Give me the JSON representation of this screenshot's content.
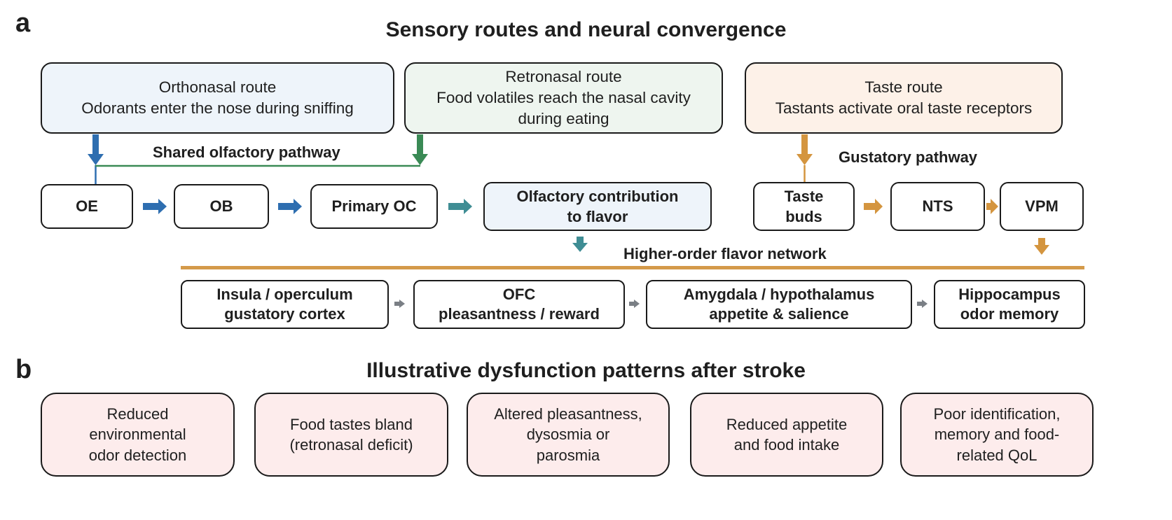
{
  "panel_a": {
    "letter": "a",
    "title": "Sensory routes and neural convergence",
    "routes": {
      "orthonasal": "Orthonasal route\nOdorants enter the nose during sniffing",
      "retronasal": "Retronasal route\nFood volatiles reach the nasal cavity\nduring eating",
      "taste": "Taste route\nTastants activate oral taste receptors"
    },
    "pathway_labels": {
      "olfactory": "Shared olfactory pathway",
      "gustatory": "Gustatory pathway",
      "higher": "Higher-order flavor network"
    },
    "olfactory_nodes": [
      "OE",
      "OB",
      "Primary OC",
      "Olfactory contribution\nto flavor"
    ],
    "gustatory_nodes": [
      "Taste\nbuds",
      "NTS",
      "VPM"
    ],
    "higher_nodes": [
      "Insula / operculum\ngustatory cortex",
      "OFC\npleasantness / reward",
      "Amygdala / hypothalamus\nappetite & salience",
      "Hippocampus\nodor memory"
    ]
  },
  "panel_b": {
    "letter": "b",
    "title": "Illustrative dysfunction patterns after stroke",
    "effects": [
      "Reduced\nenvironmental\nodor detection",
      "Food tastes bland\n(retronasal deficit)",
      "Altered pleasantness,\ndysosmia or\nparosmia",
      "Reduced appetite\nand food intake",
      "Poor identification,\nmemory and food-\nrelated QoL"
    ]
  },
  "colors": {
    "orthonasal_fill": "#eef4fa",
    "retronasal_fill": "#eef5ef",
    "taste_fill": "#fdf1e8",
    "effect_fill": "#fdecec",
    "blue_arrow": "#2e6eb0",
    "green_arrow": "#3a8a55",
    "teal_arrow": "#3f8d94",
    "orange_arrow": "#d4953f",
    "grey_arrow": "#7a7f85",
    "network_bar": "#d49a4a"
  }
}
